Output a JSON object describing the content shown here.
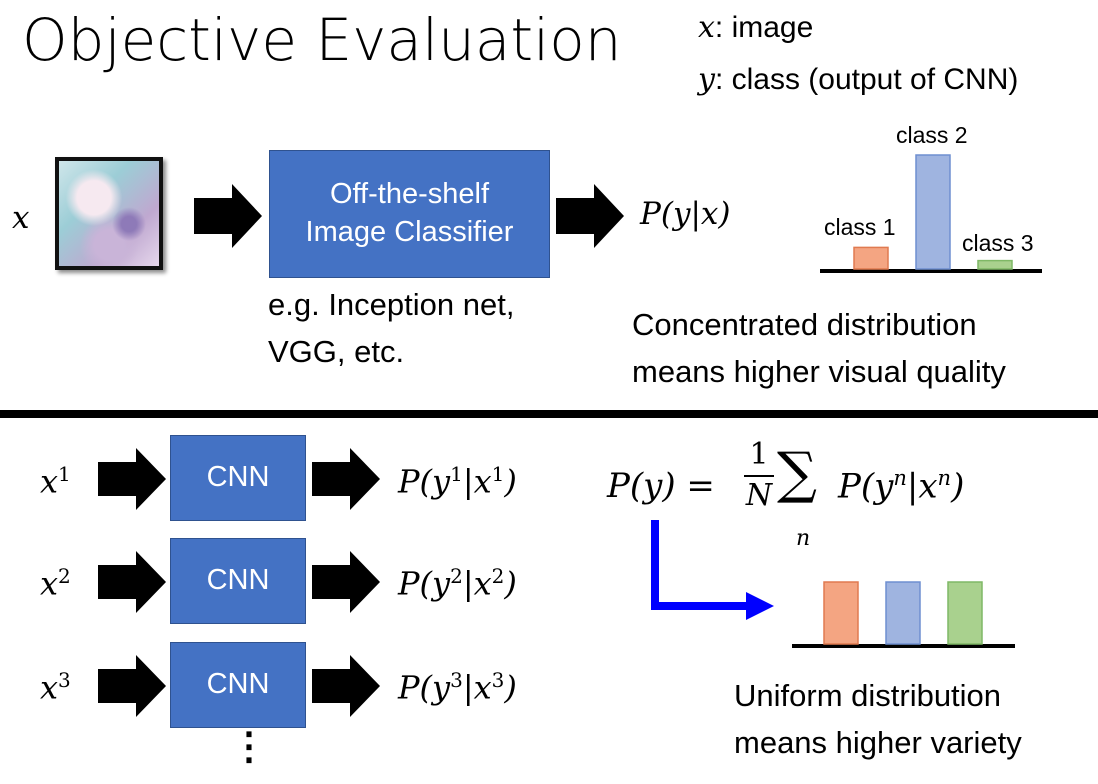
{
  "title": "Objective Evaluation",
  "legend": {
    "x_var": "x",
    "x_desc": ": image",
    "y_var": "y",
    "y_desc": ": class (output of CNN)"
  },
  "top": {
    "input_label": "x",
    "classifier_label": "Off-the-shelf Image Classifier",
    "classifier_examples_line1": "e.g. Inception net,",
    "classifier_examples_line2": "VGG, etc.",
    "output_label": "P(y|x)",
    "class_labels": [
      "class 1",
      "class 2",
      "class 3"
    ],
    "caption_line1": "Concentrated distribution",
    "caption_line2": "means higher visual quality"
  },
  "bottom": {
    "rows": [
      {
        "input": "x",
        "sup": "1",
        "box": "CNN",
        "output_pre": "P(y",
        "output_mid": "|x",
        "output_end": ")"
      },
      {
        "input": "x",
        "sup": "2",
        "box": "CNN",
        "output_pre": "P(y",
        "output_mid": "|x",
        "output_end": ")"
      },
      {
        "input": "x",
        "sup": "3",
        "box": "CNN",
        "output_pre": "P(y",
        "output_mid": "|x",
        "output_end": ")"
      }
    ],
    "ellipsis": "⋮",
    "formula_lhs": "P(y) =",
    "formula_num": "1",
    "formula_den": "N",
    "formula_sum": "∑",
    "formula_sub": "n",
    "formula_rhs": "P(y",
    "formula_rhs_sup": "n",
    "formula_rhs_mid": "|x",
    "formula_rhs_end": ")",
    "caption_line1": "Uniform distribution",
    "caption_line2": "means higher variety"
  },
  "colors": {
    "box_blue": "#4472c4",
    "bar_orange": "#f4a582",
    "bar_blue": "#9fb4e0",
    "bar_green": "#a9d18e",
    "arrow_blue": "#0000ff"
  },
  "chart_data": [
    {
      "type": "bar",
      "categories": [
        "class 1",
        "class 2",
        "class 3"
      ],
      "values": [
        0.18,
        0.95,
        0.07
      ]
    },
    {
      "type": "bar",
      "categories": [
        "",
        "",
        ""
      ],
      "values": [
        0.62,
        0.62,
        0.62
      ]
    }
  ]
}
